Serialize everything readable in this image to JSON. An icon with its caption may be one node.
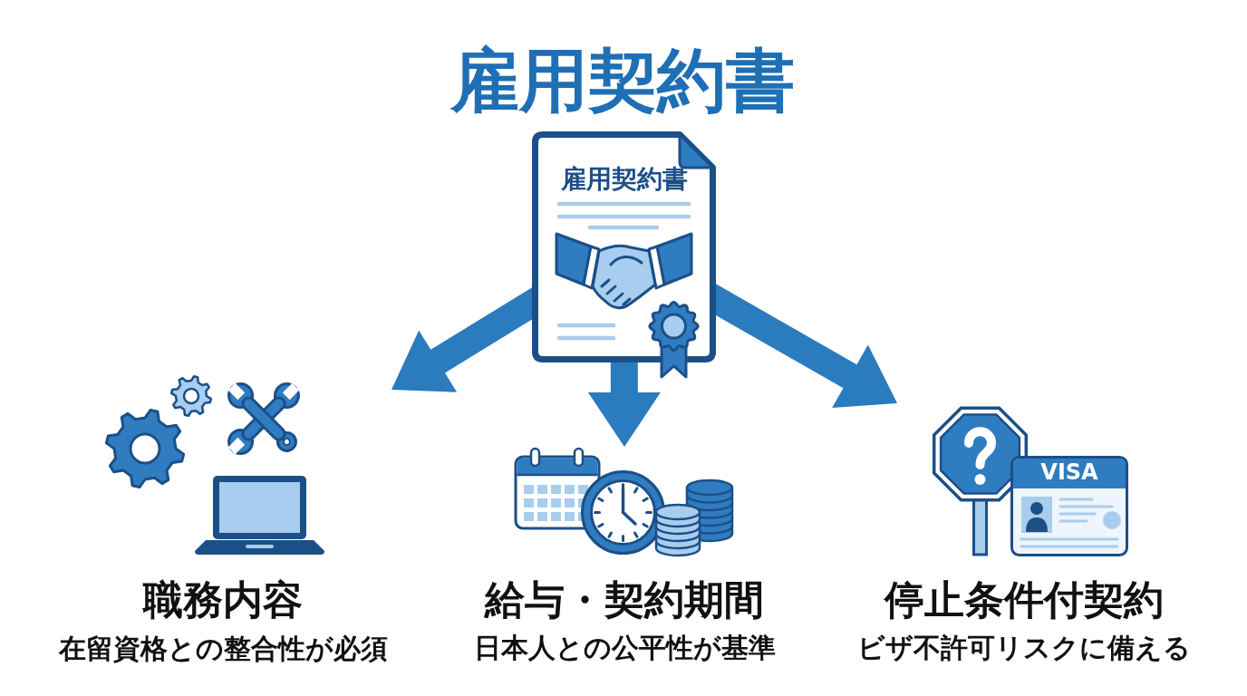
{
  "diagram": {
    "title": "雇用契約書",
    "nodes": [
      {
        "text": [
          "雇用契約書"
        ]
      },
      {
        "text": [
          "職務内容",
          "在留資格との整合性が必須"
        ]
      },
      {
        "text": [
          "給与・契約期間",
          "日本人との公平性が基準"
        ]
      },
      {
        "text": [
          "停止条件付契約",
          "ビザ不許可リスクに備える"
        ]
      }
    ],
    "edges": [
      {
        "from": 0,
        "to": 1,
        "arrow": "to"
      },
      {
        "from": 0,
        "to": 2,
        "arrow": "to"
      },
      {
        "from": 0,
        "to": 3,
        "arrow": "to"
      }
    ],
    "labels": [
      "VISA"
    ]
  }
}
